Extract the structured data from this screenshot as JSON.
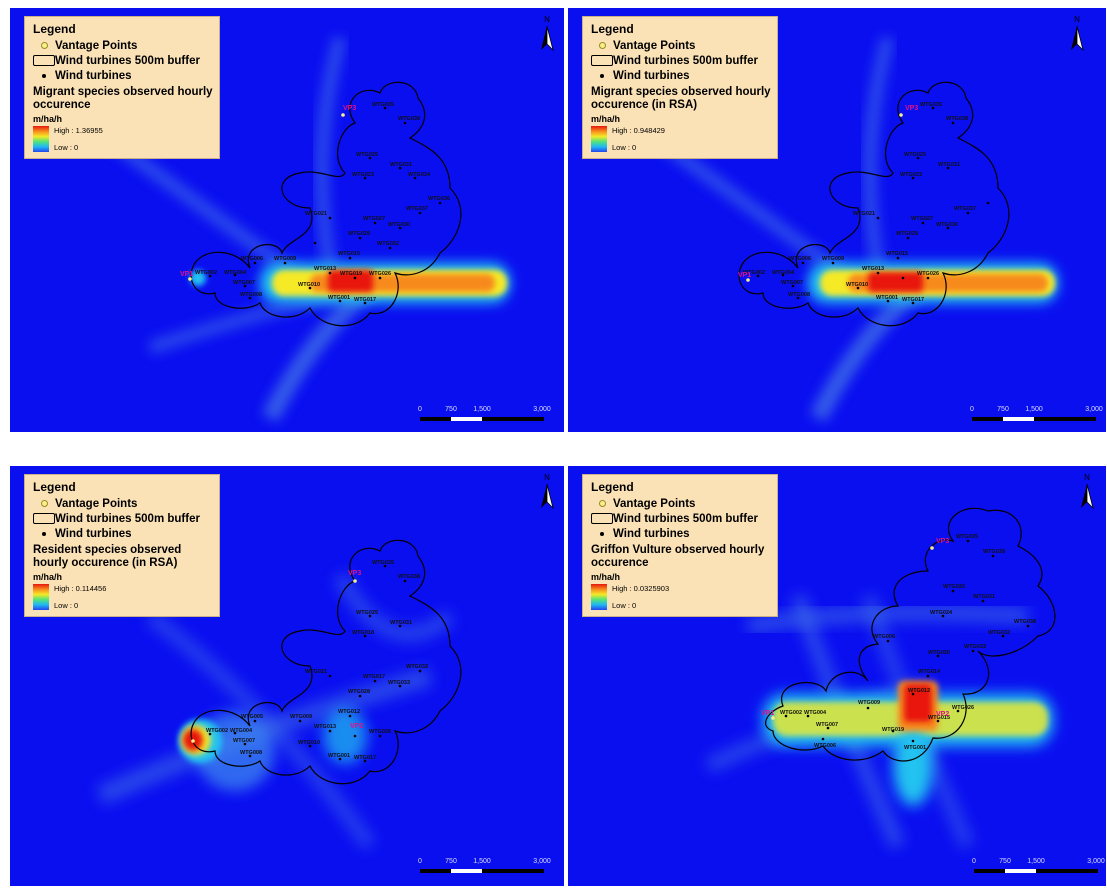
{
  "legend_common": {
    "title": "Legend",
    "vantage_points": "Vantage Points",
    "buffer": "Wind turbines 500m buffer",
    "turbines": "Wind turbines",
    "unit": "m/ha/h"
  },
  "north_label": "N",
  "panels": [
    {
      "layer": "Migrant species observed hourly occurence",
      "high": "High : 1.36955",
      "low": "Low : 0",
      "scale_labels": [
        "0",
        "750",
        "1,500",
        "3,000"
      ]
    },
    {
      "layer": "Migrant species observed hourly occurence (in RSA)",
      "high": "High : 0.948429",
      "low": "Low : 0",
      "scale_labels": [
        "0",
        "750",
        "1,500",
        "3,000"
      ]
    },
    {
      "layer": "Resident species observed hourly occurence (in RSA)",
      "high": "High : 0.114456",
      "low": "Low : 0",
      "scale_labels": [
        "0",
        "750",
        "1,500",
        "3,000"
      ]
    },
    {
      "layer": "Griffon Vulture observed hourly occurence",
      "high": "High : 0.0325903",
      "low": "Low : 0",
      "scale_labels": [
        "0",
        "750",
        "1,500",
        "3,000"
      ]
    }
  ],
  "vantage_points": [
    "VP1",
    "VP2",
    "VP3"
  ],
  "turbines": [
    "WTG001",
    "WTG002",
    "WTG004",
    "WTG005",
    "WTG006",
    "WTG007",
    "WTG008",
    "WTG009",
    "WTG010",
    "WTG012",
    "WTG013",
    "WTG014",
    "WTG015",
    "WTG016",
    "WTG017",
    "WTG018",
    "WTG019",
    "WTG020",
    "WTG021",
    "WTG022",
    "WTG023",
    "WTG024",
    "WTG025",
    "WTG026",
    "WTG027",
    "WTG028",
    "WTG029",
    "WTG030",
    "WTG031",
    "WTG032",
    "WTG033",
    "WTG034",
    "WTG035",
    "WTG036",
    "WTG037",
    "WTG038"
  ],
  "colors": {
    "background": "#0a0ff0",
    "legend_bg": "#fbe2b6",
    "vp_label": "#e0108a",
    "hot": "#e8170f",
    "warm": "#f6e926",
    "cool": "#1fb8f5"
  }
}
